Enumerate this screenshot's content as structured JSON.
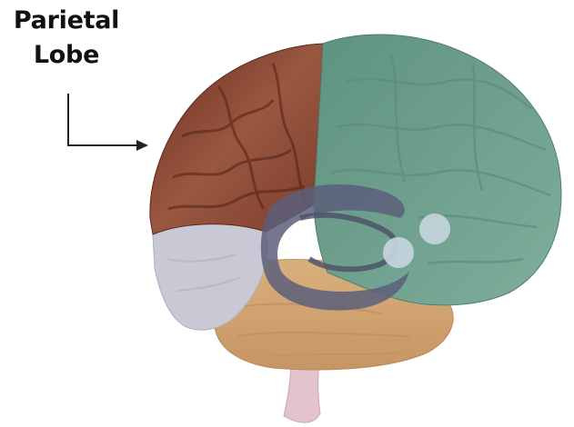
{
  "label": {
    "line1": "Parietal",
    "line2": "Lobe"
  },
  "regions": [
    {
      "name": "parietal-lobe",
      "color": "#8a4a35"
    },
    {
      "name": "frontal-lobe",
      "color": "#6e9f8c"
    },
    {
      "name": "occipital-lobe",
      "color": "#c9c9d6"
    },
    {
      "name": "temporal-lobe",
      "color": "#d6ab78"
    },
    {
      "name": "limbic-structures",
      "color": "#5c5f7a"
    },
    {
      "name": "brainstem",
      "color": "#e3c3cc"
    }
  ]
}
